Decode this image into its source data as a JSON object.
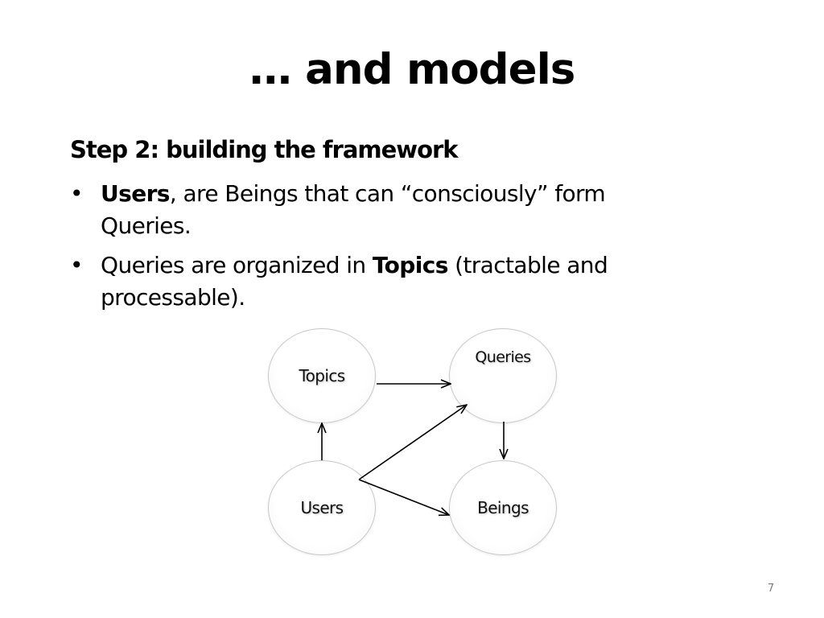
{
  "slide": {
    "title": "… and models",
    "step_heading": "Step 2: building the framework",
    "bullets": [
      {
        "marker": "•",
        "bold": "Users",
        "rest": ", are Beings that can “consciously” form Queries."
      },
      {
        "marker": "•",
        "before": "Queries are organized in ",
        "bold": "Topics",
        "after": " (tractable and processable)."
      }
    ],
    "page_number": "7"
  },
  "diagram": {
    "nodes": {
      "topics": "Topics",
      "queries": "Queries",
      "users": "Users",
      "beings": "Beings"
    },
    "edges": [
      {
        "from": "Topics",
        "to": "Queries"
      },
      {
        "from": "Queries",
        "to": "Beings"
      },
      {
        "from": "Users",
        "to": "Topics"
      },
      {
        "from": "Users",
        "to": "Queries"
      },
      {
        "from": "Users",
        "to": "Beings"
      }
    ]
  }
}
